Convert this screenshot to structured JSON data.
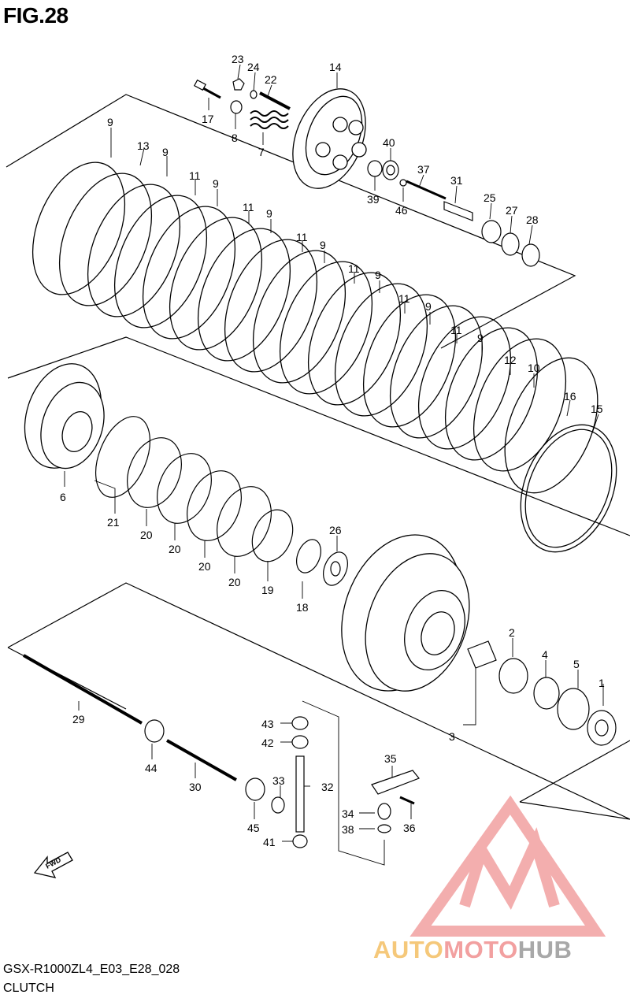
{
  "figure": {
    "title": "FIG.28"
  },
  "footer": {
    "code": "GSX-R1000ZL4_E03_E28_028",
    "name": "CLUTCH"
  },
  "watermark": {
    "part1": "AUTO",
    "part2": "MOTO",
    "part3": "HUB",
    "colors": [
      "#f5c87a",
      "#f2a0a0",
      "#a8a8a8"
    ]
  },
  "arrow": {
    "label": "FWD"
  },
  "callouts": [
    "1",
    "2",
    "3",
    "4",
    "5",
    "6",
    "7",
    "8",
    "9",
    "10",
    "11",
    "12",
    "13",
    "14",
    "15",
    "16",
    "17",
    "18",
    "19",
    "20",
    "21",
    "22",
    "23",
    "24",
    "25",
    "26",
    "27",
    "28",
    "29",
    "30",
    "31",
    "32",
    "33",
    "34",
    "35",
    "36",
    "37",
    "38",
    "39",
    "40",
    "41",
    "42",
    "43",
    "44",
    "45",
    "46"
  ]
}
